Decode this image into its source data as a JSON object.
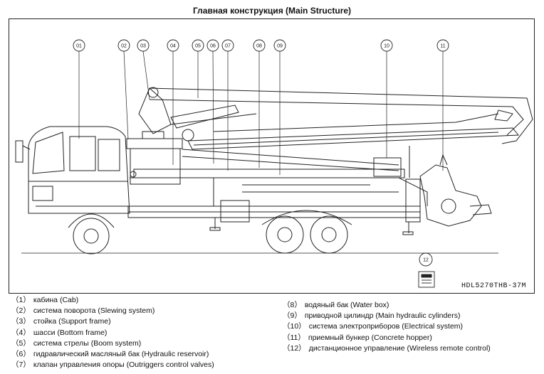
{
  "title": "Главная конструкция (Main Structure)",
  "model_code": "HDL5270THB-37M",
  "callouts": [
    "01",
    "02",
    "03",
    "04",
    "05",
    "06",
    "07",
    "08",
    "09",
    "10",
    "11",
    "12"
  ],
  "legend_left": [
    {
      "num": "（1）",
      "text": "кабина (Cab)"
    },
    {
      "num": "（2）",
      "text": "система поворота (Slewing system)"
    },
    {
      "num": "（3）",
      "text": "стойка (Support frame)"
    },
    {
      "num": "（4）",
      "text": "шасси (Bottom frame)"
    },
    {
      "num": "（5）",
      "text": "система стрелы (Boom system)"
    },
    {
      "num": "（6）",
      "text": "гидравлический масляный бак (Hydraulic reservoir)"
    },
    {
      "num": "（7）",
      "text": "клапан управления опоры (Outriggers control valves)"
    }
  ],
  "legend_right": [
    {
      "num": "（8）",
      "text": "водяный бак (Water box)"
    },
    {
      "num": "（9）",
      "text": "приводной цилиндр (Main hydraulic cylinders)"
    },
    {
      "num": "（10）",
      "text": "система электроприборов (Electrical system)"
    },
    {
      "num": "（11）",
      "text": "приемный бункер (Concrete hopper)"
    },
    {
      "num": "（12）",
      "text": "дистанционное управление (Wireless remote control)"
    }
  ]
}
